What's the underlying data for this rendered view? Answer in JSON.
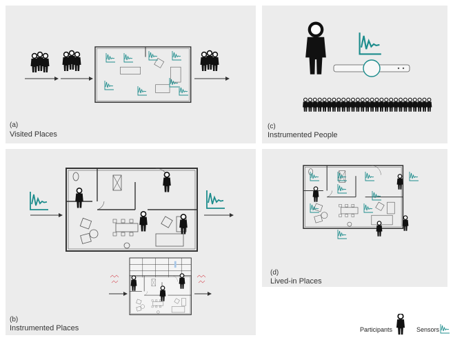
{
  "panels": {
    "a": {
      "letter": "(a)",
      "caption": "Visited Places"
    },
    "b": {
      "letter": "(b)",
      "caption": "Instrumented Places"
    },
    "c": {
      "letter": "(c)",
      "caption": "Instrumented People"
    },
    "d": {
      "letter": "(d)",
      "caption": "Lived-in Places"
    }
  },
  "legend": {
    "participants": "Participants",
    "sensors": "Sensors"
  },
  "colors": {
    "panel_bg": "#ececec",
    "sensor": "#1c8c8c",
    "ink": "#222222"
  }
}
